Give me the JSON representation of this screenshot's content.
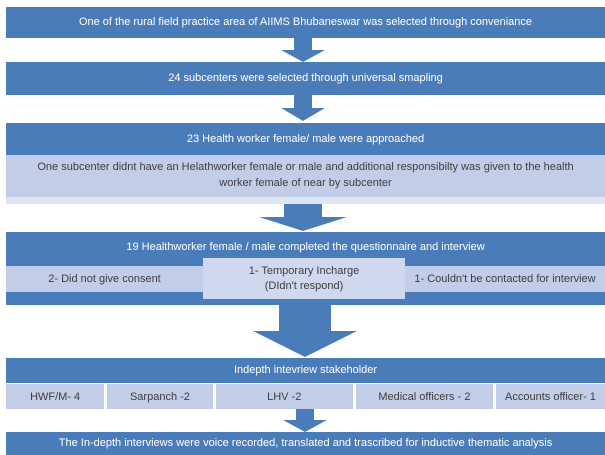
{
  "colors": {
    "primary_blue": "#4b7cba",
    "light_blue": "#c2cee8",
    "lighter_blue": "#cfd8ee",
    "pale_strip": "#dee5f3",
    "text_on_blue": "#ffffff",
    "text_dark": "#3d3d3d"
  },
  "flow": {
    "step1": "One of the rural field practice area of AIIMS Bhubaneswar was selected through conveniance",
    "step2": "24 subcenters were selected through universal smapling",
    "step3": {
      "header": "23 Health worker female/ male were approached",
      "note": "One subcenter didnt have an Helathworker female or male and additional responsibilty was given to the health worker female of near by subcenter"
    },
    "step4": {
      "header": "19 Healthworker female / male completed the questionnaire and interview",
      "left_exclusion": "2- Did not give consent",
      "center_exclusion_line1": "1- Temporary Incharge",
      "center_exclusion_line2": "(DIdn't respond)",
      "right_exclusion": "1- Couldn't be contacted for interview"
    },
    "step5": {
      "header": "Indepth intevriew stakeholder",
      "cells": [
        "HWF/M- 4",
        "Sarpanch -2",
        "LHV -2",
        "Medical officers - 2",
        "Accounts officer- 1"
      ]
    },
    "step6": "The In-depth interviews were voice recorded, translated and trascribed for inductive thematic analysis"
  }
}
